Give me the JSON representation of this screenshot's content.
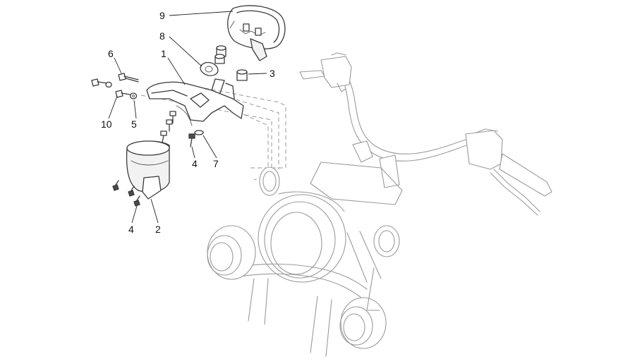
{
  "callouts": [
    {
      "label": "9"
    },
    {
      "label": "8"
    },
    {
      "label": "6"
    },
    {
      "label": "1"
    },
    {
      "label": "3"
    },
    {
      "label": "10"
    },
    {
      "label": "5"
    },
    {
      "label": "4"
    },
    {
      "label": "7"
    },
    {
      "label": "4"
    },
    {
      "label": "2"
    }
  ]
}
